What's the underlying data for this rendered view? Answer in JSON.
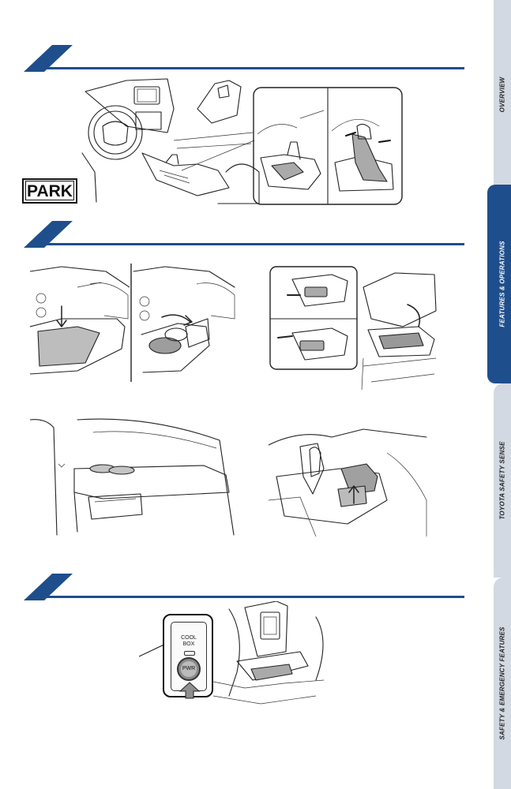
{
  "side_nav": {
    "tabs": [
      {
        "label": "OVERVIEW",
        "active": false
      },
      {
        "label": "FEATURES & OPERATIONS",
        "active": true
      },
      {
        "label": "TOYOTA SAFETY SENSE",
        "active": false
      },
      {
        "label": "SAFETY & EMERGENCY FEATURES",
        "active": false
      }
    ],
    "active_color": "#1f4e8c",
    "inactive_color": "#d3d9e2"
  },
  "park_sign": {
    "text": "PARK"
  },
  "cool_box": {
    "line1": "COOL",
    "line2": "BOX",
    "button": "PWR"
  },
  "accent_color": "#1f4e8c",
  "illustrations": [
    {
      "name": "shift-lever-interior-illustration"
    },
    {
      "name": "shift-lever-detail-illustration"
    },
    {
      "name": "cup-holder-cover-illustration"
    },
    {
      "name": "cup-holder-open-illustration"
    },
    {
      "name": "rear-cup-holder-illustration"
    },
    {
      "name": "door-cup-holder-illustration"
    },
    {
      "name": "console-bin-illustration"
    },
    {
      "name": "cool-box-illustration"
    }
  ]
}
